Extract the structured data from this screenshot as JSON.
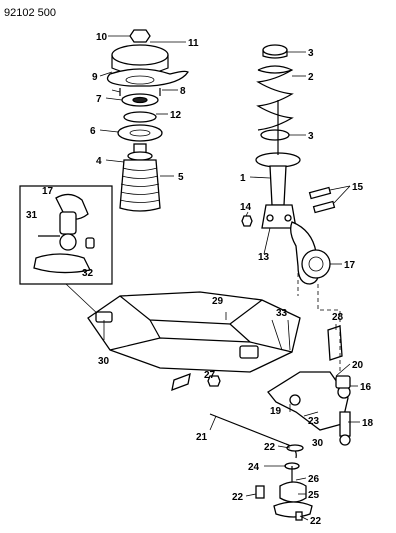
{
  "header": {
    "code": "92102 500"
  },
  "callouts": [
    "1",
    "2",
    "3",
    "3",
    "4",
    "5",
    "6",
    "7",
    "8",
    "9",
    "10",
    "11",
    "12",
    "13",
    "14",
    "15",
    "16",
    "17",
    "17",
    "18",
    "19",
    "20",
    "21",
    "22",
    "22",
    "23",
    "24",
    "25",
    "26",
    "27",
    "28",
    "29",
    "30",
    "30",
    "31",
    "32",
    "33"
  ]
}
